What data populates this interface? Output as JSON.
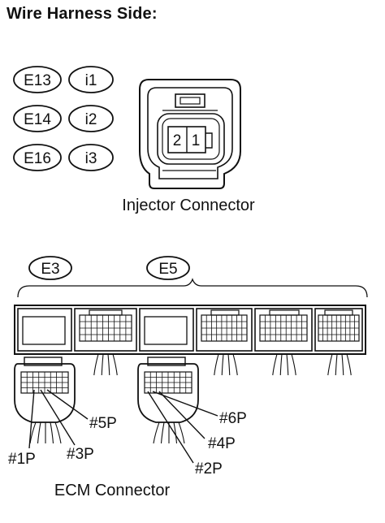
{
  "title": "Wire Harness Side:",
  "codes": {
    "row1": [
      "E13",
      "i1"
    ],
    "row2": [
      "E14",
      "i2"
    ],
    "row3": [
      "E16",
      "i3"
    ]
  },
  "injector": {
    "pins": [
      "2",
      "1"
    ],
    "caption": "Injector Connector"
  },
  "ecm": {
    "code_left": "E3",
    "code_right": "E5",
    "caption": "ECM Connector",
    "left_labels": [
      "#1P",
      "#3P",
      "#5P"
    ],
    "right_labels": [
      "#6P",
      "#4P",
      "#2P"
    ]
  }
}
